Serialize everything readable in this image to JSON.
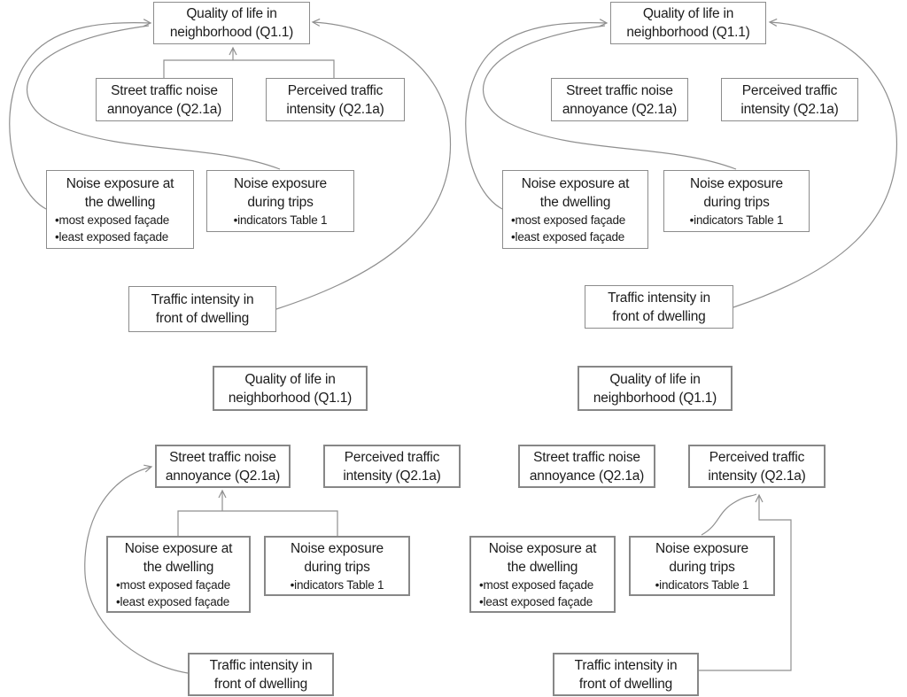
{
  "figure": {
    "type": "path-model-diagram",
    "background_color": "#ffffff",
    "box_border_color": "#8c8c8c",
    "connector_color": "#8f8f8f",
    "text_color": "#1c1c1c"
  },
  "labels": {
    "quality": {
      "line1": "Quality of life in",
      "line2": "neighborhood (Q1.1)"
    },
    "street": {
      "line1": "Street traffic noise",
      "line2": "annoyance (Q2.1a)"
    },
    "perceived": {
      "line1": "Perceived traffic",
      "line2": "intensity (Q2.1a)"
    },
    "dwelling": {
      "line1": "Noise exposure at",
      "line2": "the dwelling",
      "bullet1": "•most exposed façade",
      "bullet2": "•least exposed façade"
    },
    "trips": {
      "line1": "Noise exposure",
      "line2": "during trips",
      "bullet1": "•indicators Table 1"
    },
    "traffic": {
      "line1": "Traffic intensity in",
      "line2": "front of dwelling"
    }
  },
  "panels": [
    {
      "id": "top-left",
      "boxes": [
        "quality",
        "street",
        "perceived",
        "dwelling",
        "trips",
        "traffic"
      ],
      "arrows": [
        {
          "from": "street",
          "to": "quality",
          "style": "bracket"
        },
        {
          "from": "perceived",
          "to": "quality",
          "style": "bracket"
        },
        {
          "from": "dwelling",
          "to": "quality",
          "style": "curve"
        },
        {
          "from": "trips",
          "to": "quality",
          "style": "curve"
        },
        {
          "from": "traffic",
          "to": "quality",
          "style": "curve"
        }
      ]
    },
    {
      "id": "top-right",
      "boxes": [
        "quality",
        "street",
        "perceived",
        "dwelling",
        "trips",
        "traffic"
      ],
      "arrows": [
        {
          "from": "dwelling",
          "to": "quality",
          "style": "curve"
        },
        {
          "from": "trips",
          "to": "quality",
          "style": "curve"
        },
        {
          "from": "traffic",
          "to": "quality",
          "style": "curve"
        }
      ]
    },
    {
      "id": "bottom-left",
      "boxes": [
        "quality",
        "street",
        "perceived",
        "dwelling",
        "trips",
        "traffic"
      ],
      "arrows": [
        {
          "from": "dwelling",
          "to": "street",
          "style": "bracket"
        },
        {
          "from": "trips",
          "to": "street",
          "style": "bracket"
        },
        {
          "from": "traffic",
          "to": "street",
          "style": "curve"
        }
      ]
    },
    {
      "id": "bottom-right",
      "boxes": [
        "quality",
        "street",
        "perceived",
        "dwelling",
        "trips",
        "traffic"
      ],
      "arrows": [
        {
          "from": "trips",
          "to": "perceived",
          "style": "curve"
        },
        {
          "from": "traffic",
          "to": "perceived",
          "style": "elbow"
        }
      ]
    }
  ]
}
